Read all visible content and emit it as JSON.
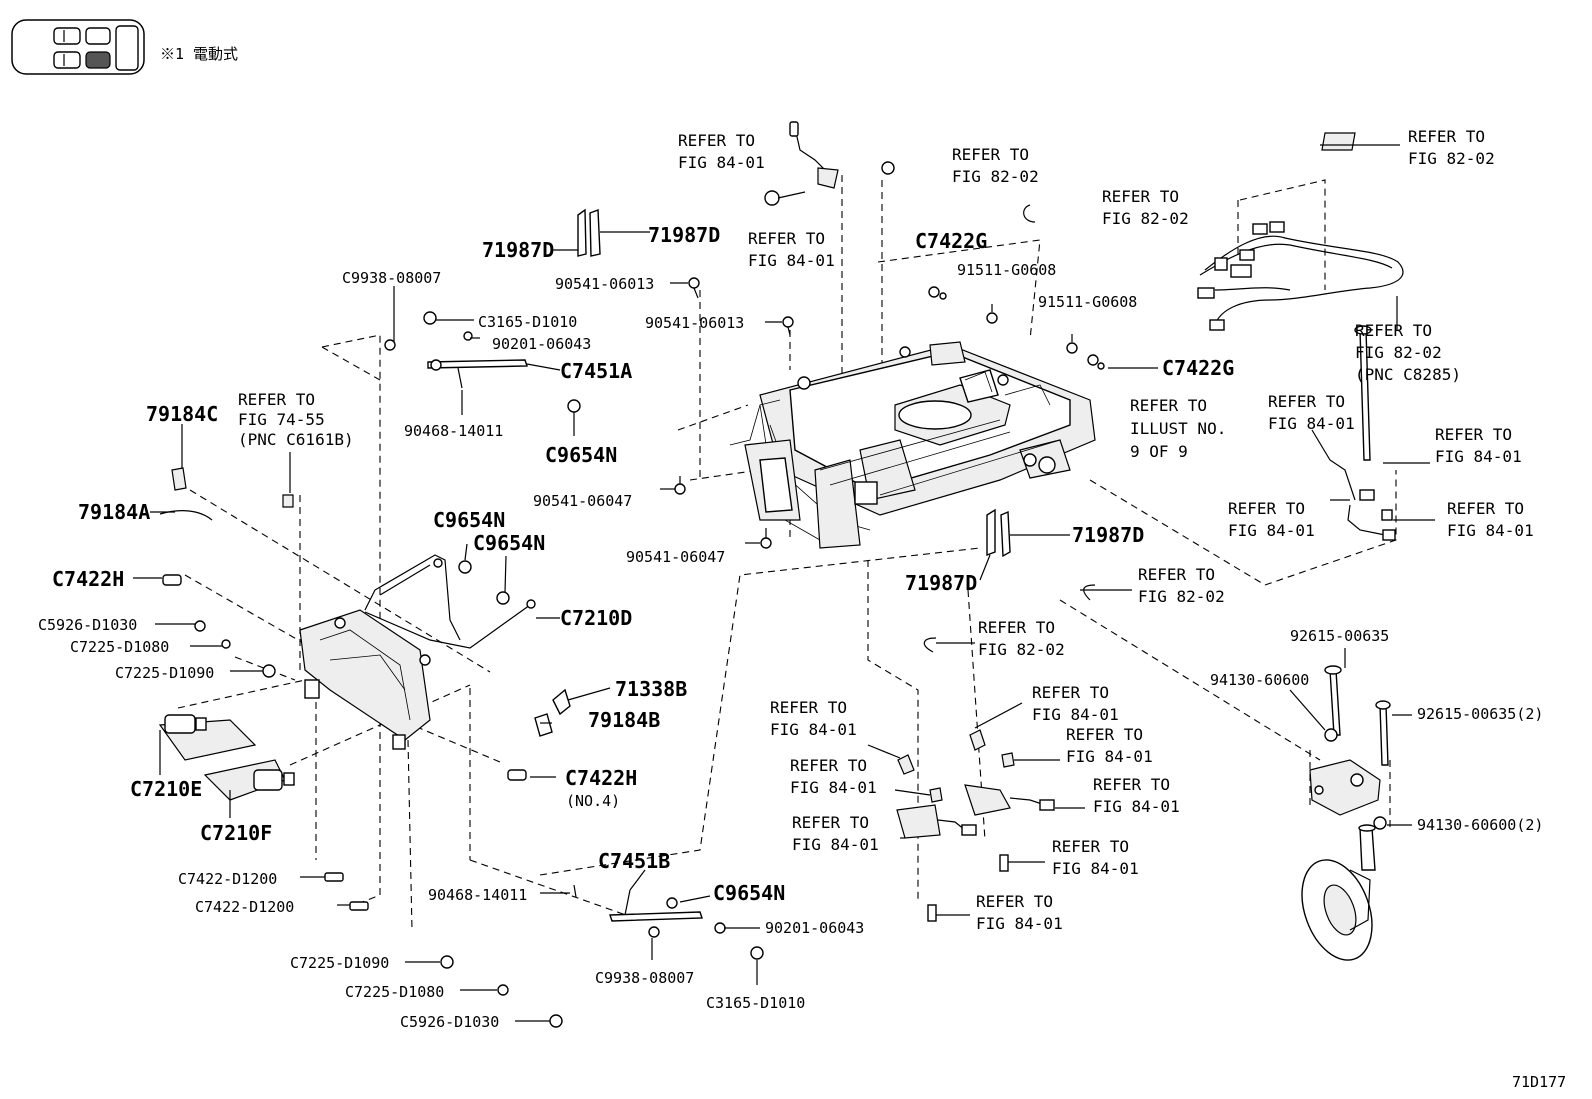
{
  "legend": {
    "note": "※1 電動式"
  },
  "figure_code": "71D177",
  "labels": {
    "refer_84_01_top": "REFER TO\nFIG 84-01",
    "refer_84_01_bolt": "REFER TO\nFIG 84-01",
    "refer_82_02_clip_top": "REFER TO\nFIG 82-02",
    "refer_82_02_clip2": "REFER TO\nFIG 82-02",
    "refer_82_02_harness_tag": "REFER TO\nFIG 82-02",
    "refer_82_02_pnc_c8285": "REFER TO\nFIG 82-02\n(PNC C8285)",
    "refer_74_55": "REFER TO\nFIG 74-55\n(PNC C6161B)",
    "refer_illust_9": "REFER TO\nILLUST NO.\n9 OF 9",
    "refer_84_01_sensor_a": "REFER TO\nFIG 84-01",
    "refer_84_01_sensor_b": "REFER TO\nFIG 84-01",
    "refer_84_01_sensor_c": "REFER TO\nFIG 84-01",
    "refer_84_01_sensor_d": "REFER TO\nFIG 84-01",
    "refer_82_02_hook_r": "REFER TO\nFIG 82-02",
    "refer_82_02_hook_l": "REFER TO\nFIG 82-02",
    "refer_84_01_clip_a": "REFER TO\nFIG 84-01",
    "refer_84_01_clip_b": "REFER TO\nFIG 84-01",
    "refer_84_01_clip_c": "REFER TO\nFIG 84-01",
    "refer_84_01_clip_d": "REFER TO\nFIG 84-01",
    "refer_84_01_clip_e": "REFER TO\nFIG 84-01",
    "refer_84_01_clip_f": "REFER TO\nFIG 84-01",
    "refer_84_01_clip_g": "REFER TO\nFIG 84-01",
    "refer_84_01_clip_h": "REFER TO\nFIG 84-01",
    "p71987d_a": "71987D",
    "p71987d_b": "71987D",
    "p71987d_c": "71987D",
    "p71987d_d": "71987D",
    "p90541_06013_a": "90541-06013",
    "p90541_06013_b": "90541-06013",
    "p90541_06047_a": "90541-06047",
    "p90541_06047_b": "90541-06047",
    "c7422g_a": "C7422G",
    "c7422g_b": "C7422G",
    "p91511_a": "91511-G0608",
    "p91511_b": "91511-G0608",
    "c9938_a": "C9938-08007",
    "c9938_b": "C9938-08007",
    "c3165_a": "C3165-D1010",
    "c3165_b": "C3165-D1010",
    "p90201_a": "90201-06043",
    "p90201_b": "90201-06043",
    "c7451a": "C7451A",
    "c7451b": "C7451B",
    "p90468_a": "90468-14011",
    "p90468_b": "90468-14011",
    "c9654n_a": "C9654N",
    "c9654n_b": "C9654N",
    "c9654n_c": "C9654N",
    "c9654n_d": "C9654N",
    "p79184c": "79184C",
    "p79184a": "79184A",
    "p79184b": "79184B",
    "c7422h_a": "C7422H",
    "c7422h_b": "C7422H",
    "c7422h_note": "(NO.4)",
    "c5926_a": "C5926-D1030",
    "c5926_b": "C5926-D1030",
    "c7225_1080_a": "C7225-D1080",
    "c7225_1080_b": "C7225-D1080",
    "c7225_1090_a": "C7225-D1090",
    "c7225_1090_b": "C7225-D1090",
    "c7210d": "C7210D",
    "p71338b": "71338B",
    "c7210e": "C7210E",
    "c7210f": "C7210F",
    "c7422_d1200_a": "C7422-D1200",
    "c7422_d1200_b": "C7422-D1200",
    "p92615_a": "92615-00635",
    "p92615_b": "92615-00635(2)",
    "p94130_a": "94130-60600",
    "p94130_b": "94130-60600(2)"
  }
}
